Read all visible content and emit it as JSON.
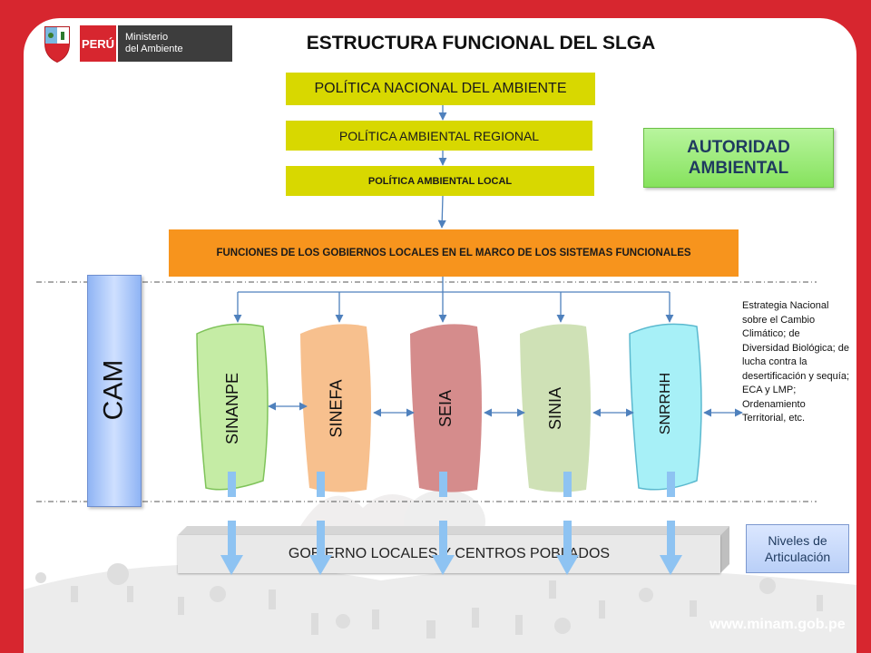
{
  "header": {
    "country": "PERÚ",
    "ministry": [
      "Ministerio",
      "del Ambiente"
    ],
    "title": "ESTRUCTURA FUNCIONAL DEL SLGA"
  },
  "policies": {
    "national": "POLÍTICA NACIONAL DEL  AMBIENTE",
    "regional": "POLÍTICA AMBIENTAL  REGIONAL",
    "local": "POLÍTICA AMBIENTAL LOCAL"
  },
  "functions": "FUNCIONES DE LOS GOBIERNOS LOCALES EN EL MARCO DE LOS SISTEMAS FUNCIONALES",
  "authority": [
    "AUTORIDAD",
    "AMBIENTAL"
  ],
  "cam": "CAM",
  "systems": [
    {
      "label": "SINANPE",
      "color": "#c5eca5"
    },
    {
      "label": "SINEFA",
      "color": "#f7c08e"
    },
    {
      "label": "SEIA",
      "color": "#d58c8c"
    },
    {
      "label": "SINIA",
      "color": "#cfe1b6"
    },
    {
      "label": "SNRRHH",
      "color": "#a7f0f7"
    }
  ],
  "note": "Estrategia Nacional sobre el Cambio Climático; de Diversidad Biológica; de lucha contra la desertificación y sequía; ECA y LMP; Ordenamiento Territorial, etc.",
  "local_governments": "GOBIERNO  LOCALES Y CENTROS POBLADOS",
  "levels": [
    "Niveles de",
    "Articulación"
  ],
  "website": "www.minam.gob.pe",
  "colors": {
    "accent_red": "#d7262f",
    "policy_yellow": "#d8d800",
    "functions_orange": "#f7941d",
    "arrow_blue": "#4f81bd",
    "drop_blue": "#8ec3f2"
  }
}
